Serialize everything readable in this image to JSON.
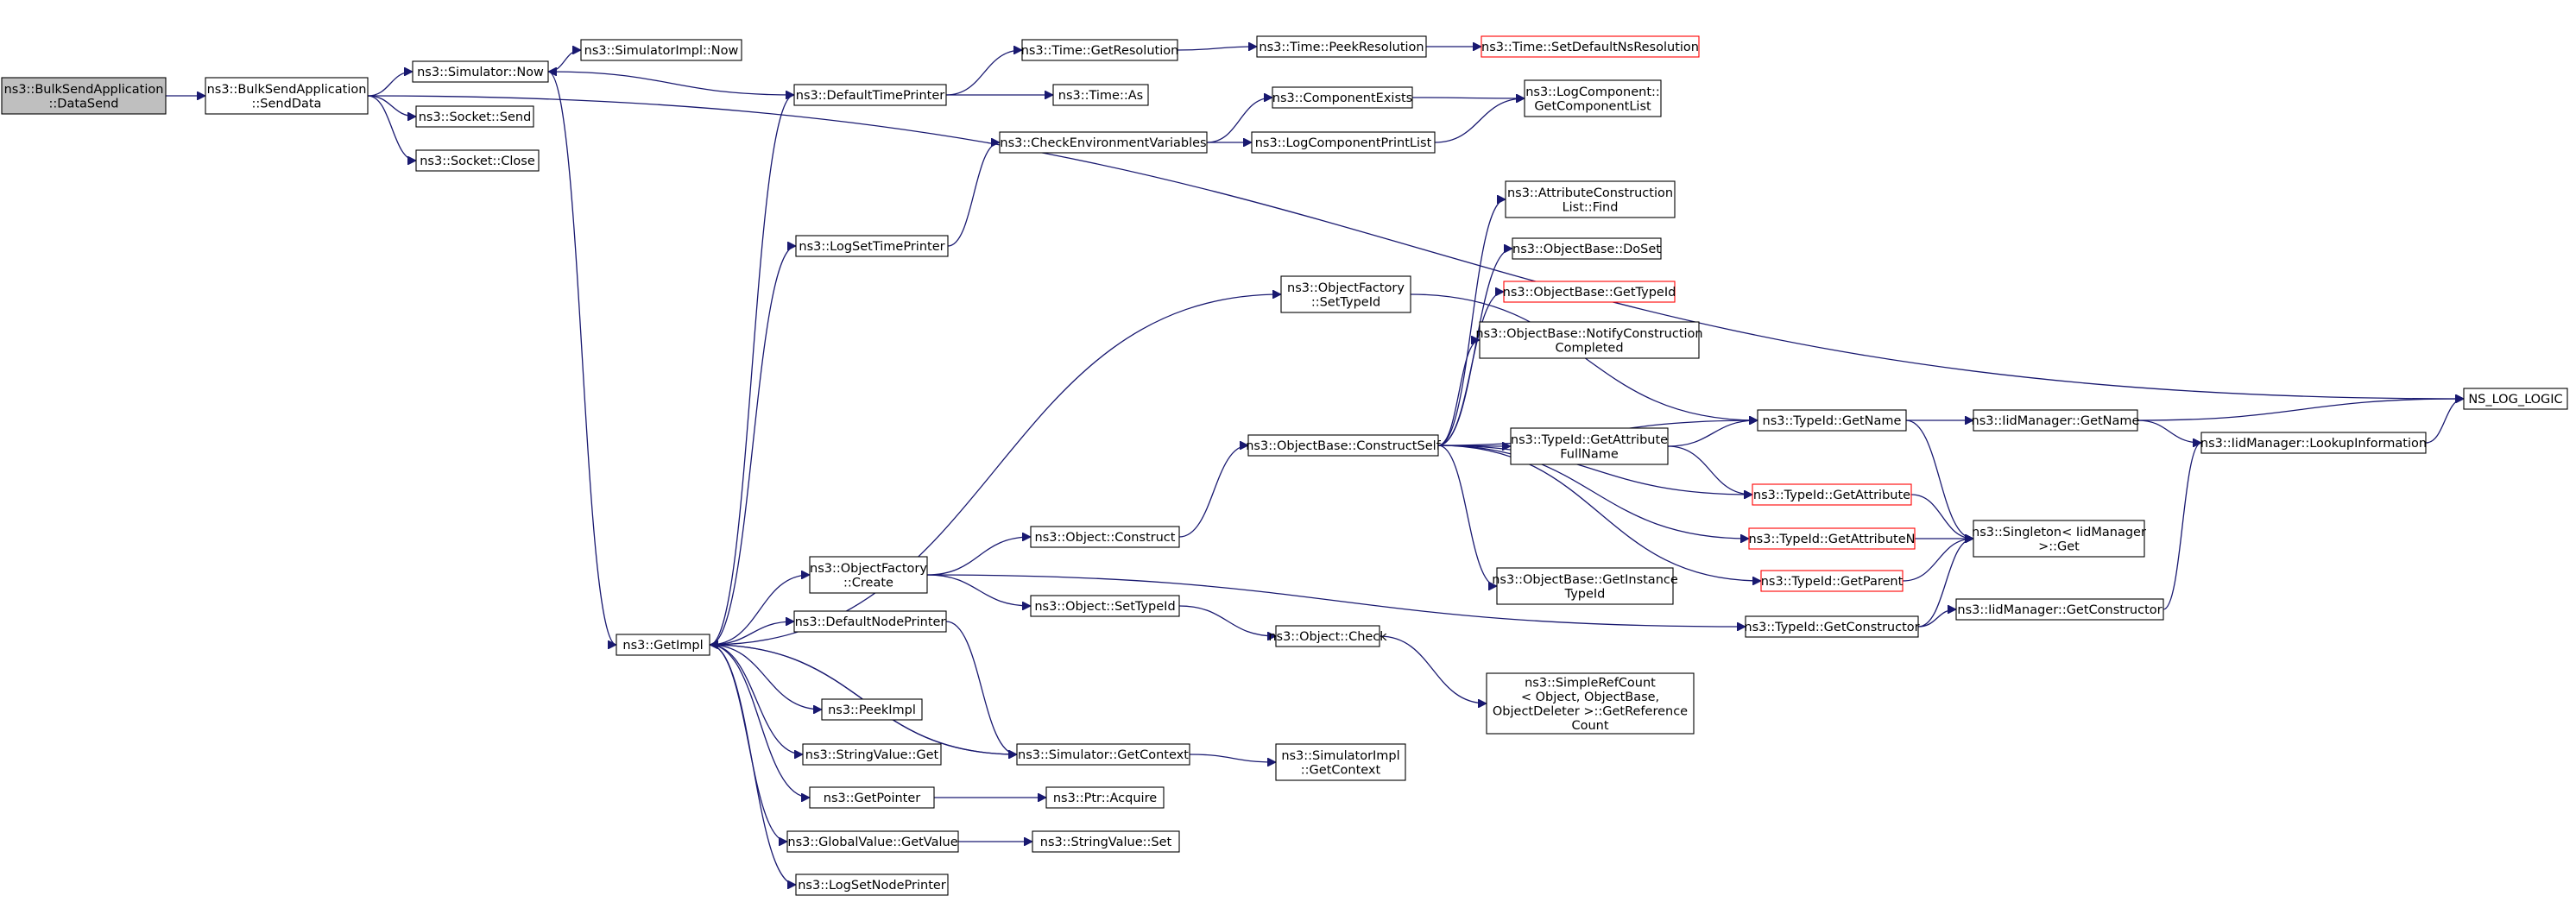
{
  "colors": {
    "edge": "#191970",
    "highlight_border": "#ff0000",
    "root_fill": "#bfbfbf"
  },
  "nodes": [
    {
      "id": "n0",
      "lines": [
        "ns3::BulkSendApplication",
        "::DataSend"
      ],
      "style": "root"
    },
    {
      "id": "n1",
      "lines": [
        "ns3::BulkSendApplication",
        "::SendData"
      ]
    },
    {
      "id": "n2",
      "lines": [
        "ns3::Simulator::Now"
      ]
    },
    {
      "id": "n3",
      "lines": [
        "ns3::Socket::Send"
      ]
    },
    {
      "id": "n4",
      "lines": [
        "ns3::Socket::Close"
      ]
    },
    {
      "id": "n5",
      "lines": [
        "ns3::SimulatorImpl::Now"
      ]
    },
    {
      "id": "n6",
      "lines": [
        "ns3::GetImpl"
      ]
    },
    {
      "id": "n7",
      "lines": [
        "ns3::DefaultTimePrinter"
      ]
    },
    {
      "id": "n8",
      "lines": [
        "ns3::LogSetTimePrinter"
      ]
    },
    {
      "id": "n9",
      "lines": [
        "ns3::ObjectFactory",
        "::Create"
      ]
    },
    {
      "id": "n10",
      "lines": [
        "ns3::DefaultNodePrinter"
      ]
    },
    {
      "id": "n11",
      "lines": [
        "ns3::PeekImpl"
      ]
    },
    {
      "id": "n12",
      "lines": [
        "ns3::StringValue::Get"
      ]
    },
    {
      "id": "n13",
      "lines": [
        "ns3::GetPointer"
      ]
    },
    {
      "id": "n14",
      "lines": [
        "ns3::GlobalValue::GetValue"
      ]
    },
    {
      "id": "n15",
      "lines": [
        "ns3::LogSetNodePrinter"
      ]
    },
    {
      "id": "n16",
      "lines": [
        "ns3::Time::GetResolution"
      ]
    },
    {
      "id": "n17",
      "lines": [
        "ns3::Time::As"
      ]
    },
    {
      "id": "n18",
      "lines": [
        "ns3::CheckEnvironmentVariables"
      ]
    },
    {
      "id": "n19",
      "lines": [
        "ns3::Object::Construct"
      ]
    },
    {
      "id": "n20",
      "lines": [
        "ns3::Object::SetTypeId"
      ]
    },
    {
      "id": "n21",
      "lines": [
        "ns3::Simulator::GetContext"
      ]
    },
    {
      "id": "n22",
      "lines": [
        "ns3::Ptr::Acquire"
      ]
    },
    {
      "id": "n23",
      "lines": [
        "ns3::StringValue::Set"
      ]
    },
    {
      "id": "n24",
      "lines": [
        "ns3::Time::PeekResolution"
      ]
    },
    {
      "id": "n25",
      "lines": [
        "ns3::ComponentExists"
      ]
    },
    {
      "id": "n26",
      "lines": [
        "ns3::LogComponentPrintList"
      ]
    },
    {
      "id": "n27",
      "lines": [
        "ns3::ObjectFactory",
        "::SetTypeId"
      ]
    },
    {
      "id": "n28",
      "lines": [
        "ns3::ObjectBase::ConstructSelf"
      ]
    },
    {
      "id": "n29",
      "lines": [
        "ns3::Object::Check"
      ]
    },
    {
      "id": "n30",
      "lines": [
        "ns3::SimulatorImpl",
        "::GetContext"
      ]
    },
    {
      "id": "n31",
      "lines": [
        "ns3::Time::SetDefaultNsResolution"
      ],
      "style": "red"
    },
    {
      "id": "n32",
      "lines": [
        "ns3::LogComponent::",
        "GetComponentList"
      ]
    },
    {
      "id": "n33",
      "lines": [
        "ns3::AttributeConstruction",
        "List::Find"
      ]
    },
    {
      "id": "n34",
      "lines": [
        "ns3::ObjectBase::DoSet"
      ]
    },
    {
      "id": "n35",
      "lines": [
        "ns3::ObjectBase::GetTypeId"
      ],
      "style": "red"
    },
    {
      "id": "n36",
      "lines": [
        "ns3::ObjectBase::NotifyConstruction",
        "Completed"
      ]
    },
    {
      "id": "n37",
      "lines": [
        "ns3::TypeId::GetAttribute",
        "FullName"
      ]
    },
    {
      "id": "n38",
      "lines": [
        "ns3::ObjectBase::GetInstance",
        "TypeId"
      ]
    },
    {
      "id": "n39",
      "lines": [
        "ns3::SimpleRefCount",
        "< Object, ObjectBase,",
        " ObjectDeleter >::GetReference",
        "Count"
      ]
    },
    {
      "id": "n40",
      "lines": [
        "ns3::TypeId::GetName"
      ]
    },
    {
      "id": "n41",
      "lines": [
        "ns3::TypeId::GetAttribute"
      ],
      "style": "red"
    },
    {
      "id": "n42",
      "lines": [
        "ns3::TypeId::GetAttributeN"
      ],
      "style": "red"
    },
    {
      "id": "n43",
      "lines": [
        "ns3::TypeId::GetParent"
      ],
      "style": "red"
    },
    {
      "id": "n44",
      "lines": [
        "ns3::TypeId::GetConstructor"
      ]
    },
    {
      "id": "n45",
      "lines": [
        "ns3::IidManager::GetName"
      ]
    },
    {
      "id": "n46",
      "lines": [
        "ns3::Singleton< IidManager",
        " >::Get"
      ]
    },
    {
      "id": "n47",
      "lines": [
        "ns3::IidManager::GetConstructor"
      ]
    },
    {
      "id": "n48",
      "lines": [
        "NS_LOG_LOGIC"
      ]
    },
    {
      "id": "n49",
      "lines": [
        "ns3::IidManager::LookupInformation"
      ]
    }
  ],
  "edges": [
    [
      "n0",
      "n1"
    ],
    [
      "n1",
      "n2"
    ],
    [
      "n1",
      "n3"
    ],
    [
      "n1",
      "n4"
    ],
    [
      "n1",
      "n48"
    ],
    [
      "n2",
      "n5"
    ],
    [
      "n2",
      "n6"
    ],
    [
      "n7",
      "n2"
    ],
    [
      "n7",
      "n16"
    ],
    [
      "n7",
      "n17"
    ],
    [
      "n6",
      "n7"
    ],
    [
      "n6",
      "n8"
    ],
    [
      "n6",
      "n9"
    ],
    [
      "n6",
      "n10"
    ],
    [
      "n6",
      "n11"
    ],
    [
      "n6",
      "n12"
    ],
    [
      "n6",
      "n13"
    ],
    [
      "n6",
      "n14"
    ],
    [
      "n6",
      "n15"
    ],
    [
      "n6",
      "n21"
    ],
    [
      "n6",
      "n27"
    ],
    [
      "n8",
      "n18"
    ],
    [
      "n9",
      "n19"
    ],
    [
      "n9",
      "n20"
    ],
    [
      "n9",
      "n44"
    ],
    [
      "n10",
      "n21"
    ],
    [
      "n21",
      "n6"
    ],
    [
      "n21",
      "n30"
    ],
    [
      "n13",
      "n22"
    ],
    [
      "n14",
      "n23"
    ],
    [
      "n16",
      "n24"
    ],
    [
      "n24",
      "n31"
    ],
    [
      "n18",
      "n25"
    ],
    [
      "n18",
      "n26"
    ],
    [
      "n25",
      "n32"
    ],
    [
      "n26",
      "n32"
    ],
    [
      "n19",
      "n28"
    ],
    [
      "n20",
      "n29"
    ],
    [
      "n29",
      "n39"
    ],
    [
      "n27",
      "n40"
    ],
    [
      "n28",
      "n33"
    ],
    [
      "n28",
      "n34"
    ],
    [
      "n28",
      "n35"
    ],
    [
      "n28",
      "n36"
    ],
    [
      "n28",
      "n37"
    ],
    [
      "n28",
      "n38"
    ],
    [
      "n28",
      "n40"
    ],
    [
      "n28",
      "n41"
    ],
    [
      "n28",
      "n42"
    ],
    [
      "n28",
      "n43"
    ],
    [
      "n37",
      "n40"
    ],
    [
      "n37",
      "n41"
    ],
    [
      "n40",
      "n45"
    ],
    [
      "n40",
      "n46"
    ],
    [
      "n41",
      "n46"
    ],
    [
      "n42",
      "n46"
    ],
    [
      "n43",
      "n46"
    ],
    [
      "n44",
      "n46"
    ],
    [
      "n44",
      "n47"
    ],
    [
      "n45",
      "n48"
    ],
    [
      "n45",
      "n49"
    ],
    [
      "n47",
      "n49"
    ],
    [
      "n49",
      "n48"
    ]
  ]
}
